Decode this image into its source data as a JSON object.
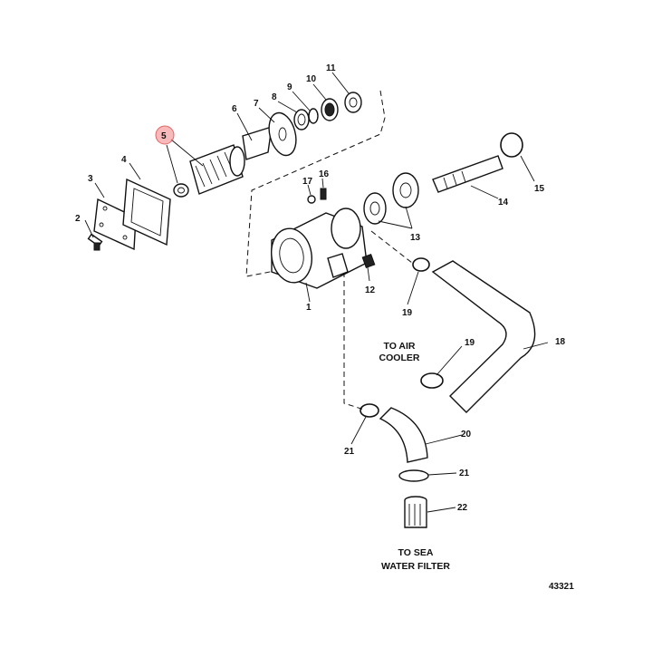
{
  "diagram": {
    "figure_number": "43321",
    "highlight_color": "#f08080",
    "highlighted_part": "5",
    "parts": [
      "1",
      "2",
      "3",
      "4",
      "5",
      "6",
      "7",
      "8",
      "9",
      "10",
      "11",
      "12",
      "13",
      "14",
      "15",
      "16",
      "17",
      "18",
      "19",
      "20",
      "21",
      "22"
    ],
    "captions": {
      "air_cooler_line1": "TO AIR",
      "air_cooler_line2": "COOLER",
      "sea_filter_line1": "TO SEA",
      "sea_filter_line2": "WATER FILTER"
    }
  }
}
